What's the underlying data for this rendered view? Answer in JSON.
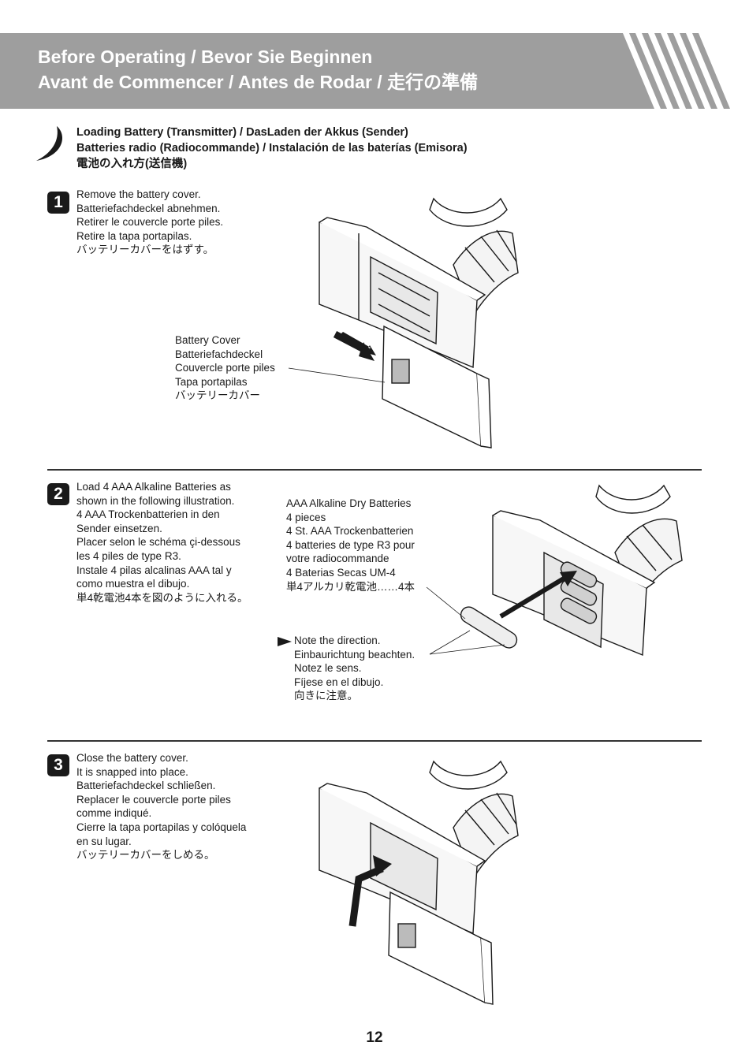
{
  "header": {
    "line1": "Before Operating  /  Bevor Sie Beginnen",
    "line2": "Avant de Commencer  /  Antes de Rodar  /  走行の準備"
  },
  "section": {
    "title_lines": [
      "Loading Battery (Transmitter) / DasLaden der Akkus (Sender)",
      "Batteries radio (Radiocommande) / Instalación de las baterías (Emisora)",
      "電池の入れ方(送信機)"
    ]
  },
  "steps": [
    {
      "number": "1",
      "text": "Remove the battery cover.\nBatteriefachdeckel abnehmen.\nRetirer le couvercle porte piles.\nRetire la tapa portapilas.\nバッテリーカバーをはずす。",
      "callout": "Battery Cover\nBatteriefachdeckel\nCouvercle porte piles\nTapa portapilas\nバッテリーカバー"
    },
    {
      "number": "2",
      "text": "Load 4 AAA Alkaline Batteries as\n  shown in the following illustration.\n4 AAA Trockenbatterien in den\n  Sender einsetzen.\nPlacer selon le schéma çi-dessous\n  les 4 piles de type R3.\nInstale 4 pilas  alcalinas AAA tal y\n  como muestra el dibujo.\n単4乾電池4本を図のように入れる。",
      "callout": "AAA Alkaline Dry Batteries\n  4 pieces\n4 St. AAA Trockenbatterien\n4 batteries de type R3 pour\n  votre radiocommande\n4 Baterias Secas UM-4\n単4アルカリ乾電池……4本",
      "note": "Note the direction.\nEinbaurichtung beachten.\nNotez le sens.\nFíjese en el dibujo.\n向きに注意。"
    },
    {
      "number": "3",
      "text": "Close the battery cover.\n  It is snapped into place.\nBatteriefachdeckel schließen.\nReplacer le couvercle porte piles\n  comme indiqué.\nCierre la tapa portapilas y colóquela\n  en su lugar.\nバッテリーカバーをしめる。"
    }
  ],
  "page_number": "12"
}
